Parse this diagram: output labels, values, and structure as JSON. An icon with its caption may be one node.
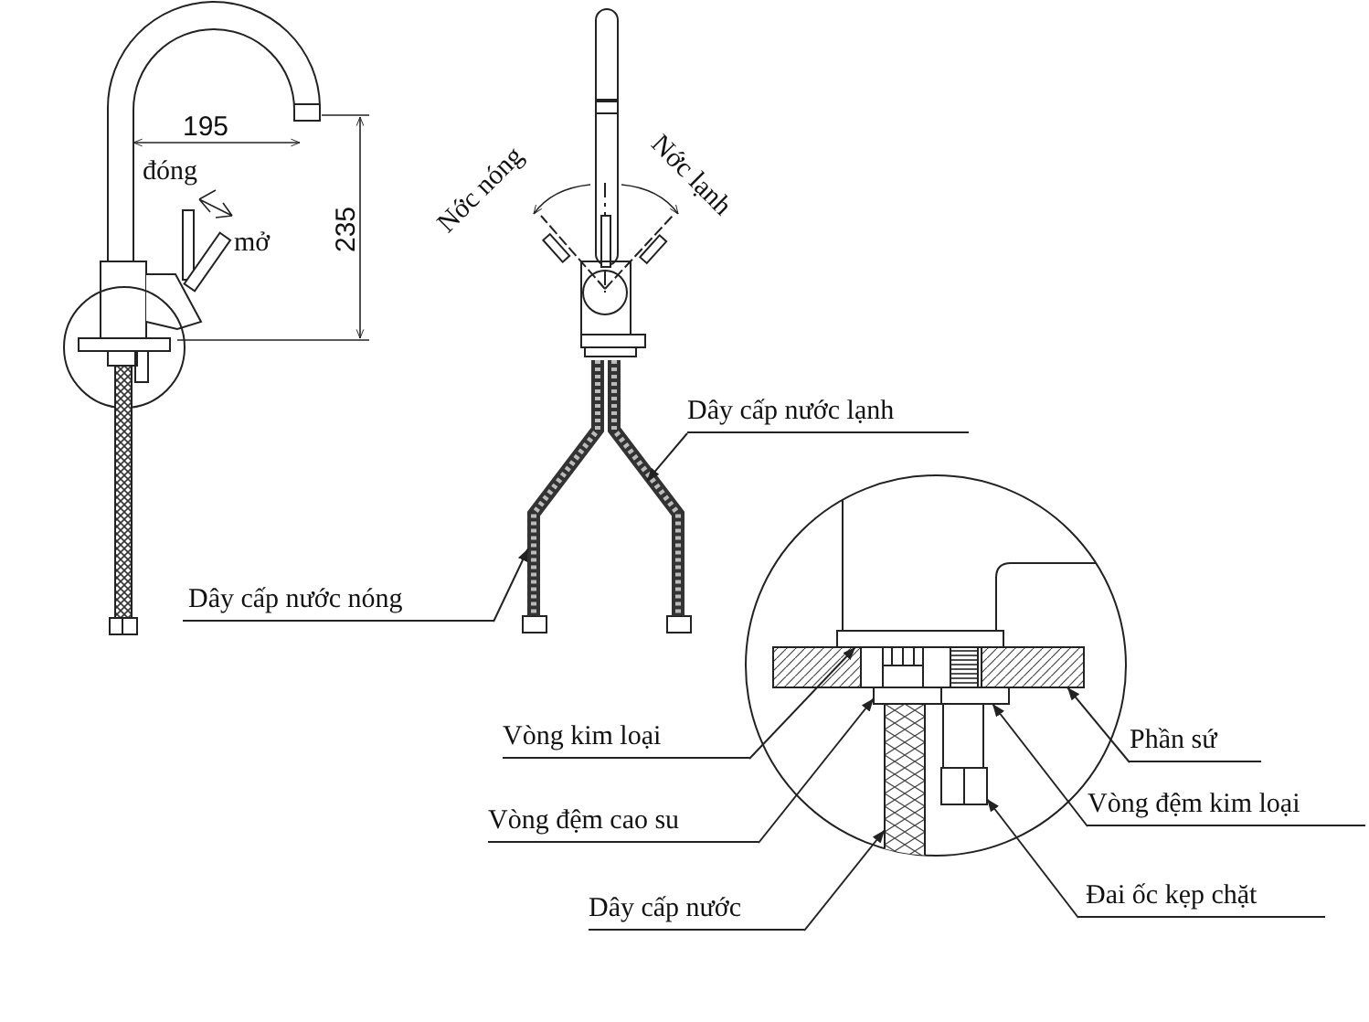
{
  "diagram": {
    "nodes": [
      {
        "text": [
          "Dây cấp nước lạnh"
        ]
      },
      {
        "text": [
          "Dây cấp nước nóng"
        ]
      },
      {
        "text": [
          "Vòng kim loại"
        ]
      },
      {
        "text": [
          "Vòng đệm cao su"
        ]
      },
      {
        "text": [
          "Dây cấp nước"
        ]
      },
      {
        "text": [
          "Phần sứ"
        ]
      },
      {
        "text": [
          "Vòng đệm kim loại"
        ]
      },
      {
        "text": [
          "Đai ốc kẹp chặt"
        ]
      },
      {
        "text": [],
        "shape": "bar"
      },
      {
        "text": [],
        "shape": "bar"
      },
      {
        "text": [],
        "shape": "box"
      },
      {
        "text": [],
        "shape": "box"
      },
      {
        "text": [],
        "shape": "bar"
      },
      {
        "text": [],
        "shape": "box"
      },
      {
        "text": [],
        "shape": "box"
      },
      {
        "text": [],
        "shape": "box"
      }
    ],
    "edges": [
      {
        "from": 0,
        "to": 9,
        "arrow": "to"
      },
      {
        "from": 1,
        "to": 8,
        "arrow": "to"
      },
      {
        "from": 2,
        "to": 10,
        "arrow": "to"
      },
      {
        "from": 3,
        "to": 11,
        "arrow": "to"
      },
      {
        "from": 4,
        "to": 12,
        "arrow": "to"
      },
      {
        "from": 5,
        "to": 13,
        "arrow": "to"
      },
      {
        "from": 6,
        "to": 14,
        "arrow": "to"
      },
      {
        "from": 7,
        "to": 15,
        "arrow": "to"
      }
    ],
    "labels": [
      "195",
      "đóng",
      "235",
      "mở",
      "Nớc nóng",
      "Nớc lạnh"
    ]
  }
}
